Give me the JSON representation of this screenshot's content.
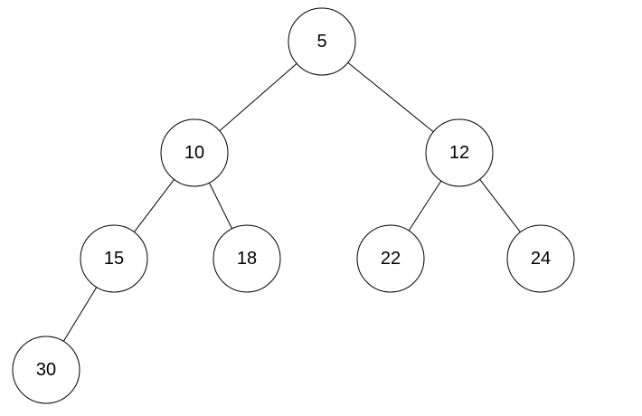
{
  "diagram": {
    "type": "binary-tree",
    "colors": {
      "stroke": "#000000",
      "node_fill": "#ffffff",
      "text": "#000000",
      "background": "#ffffff"
    },
    "nodes": [
      {
        "id": "n5",
        "label": "5"
      },
      {
        "id": "n10",
        "label": "10"
      },
      {
        "id": "n12",
        "label": "12"
      },
      {
        "id": "n15",
        "label": "15"
      },
      {
        "id": "n18",
        "label": "18"
      },
      {
        "id": "n22",
        "label": "22"
      },
      {
        "id": "n24",
        "label": "24"
      },
      {
        "id": "n30",
        "label": "30"
      }
    ],
    "edges": [
      {
        "from": "n5",
        "to": "n10"
      },
      {
        "from": "n5",
        "to": "n12"
      },
      {
        "from": "n10",
        "to": "n15"
      },
      {
        "from": "n10",
        "to": "n18"
      },
      {
        "from": "n12",
        "to": "n22"
      },
      {
        "from": "n12",
        "to": "n24"
      },
      {
        "from": "n15",
        "to": "n30"
      }
    ]
  }
}
